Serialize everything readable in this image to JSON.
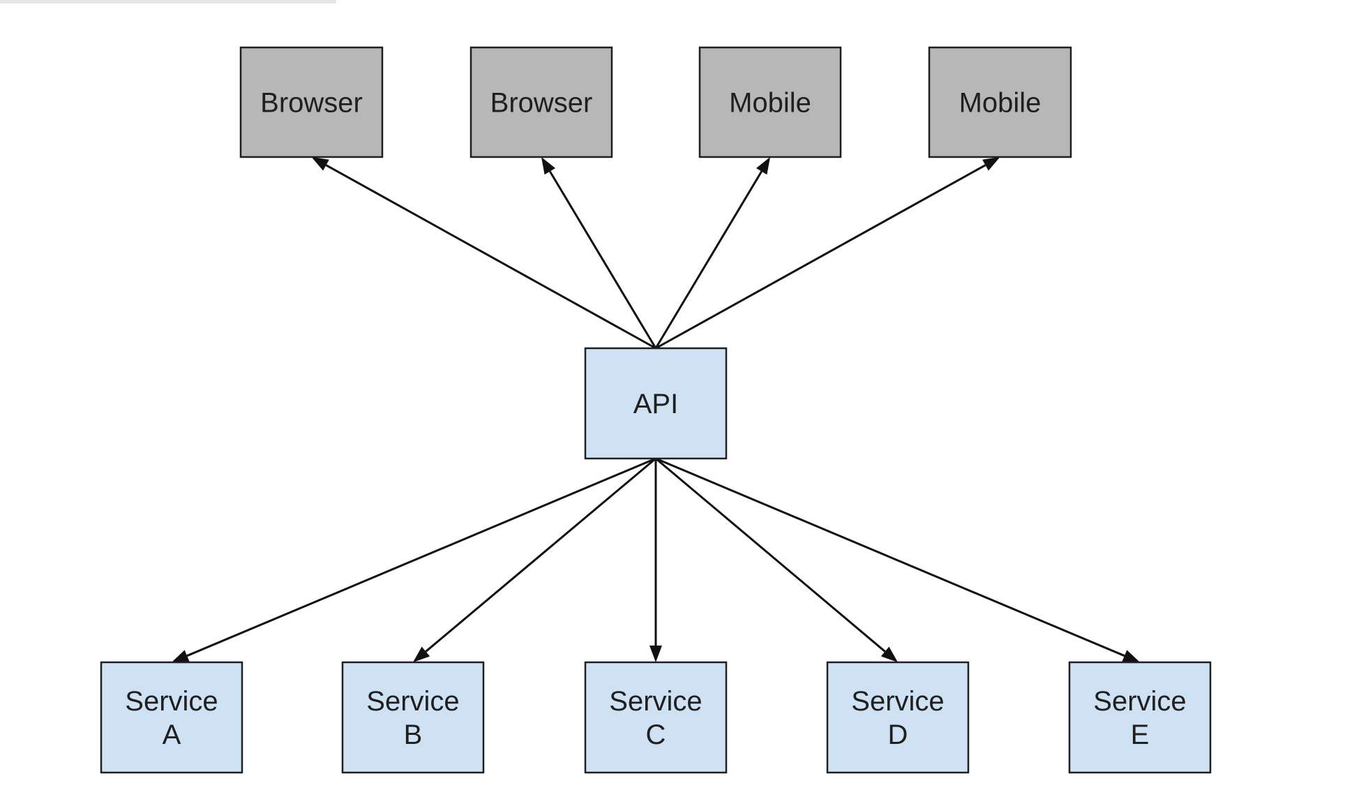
{
  "colors": {
    "client_fill": "#b7b7b7",
    "service_fill": "#cfe2f3",
    "border": "#1f1f1f",
    "arrow": "#111111",
    "background": "#ffffff"
  },
  "diagram": {
    "clients": [
      {
        "id": "browser-1",
        "label": "Browser"
      },
      {
        "id": "browser-2",
        "label": "Browser"
      },
      {
        "id": "mobile-1",
        "label": "Mobile"
      },
      {
        "id": "mobile-2",
        "label": "Mobile"
      }
    ],
    "api": {
      "id": "api",
      "label": "API"
    },
    "services": [
      {
        "id": "service-a",
        "label": [
          "Service",
          "A"
        ]
      },
      {
        "id": "service-b",
        "label": [
          "Service",
          "B"
        ]
      },
      {
        "id": "service-c",
        "label": [
          "Service",
          "C"
        ]
      },
      {
        "id": "service-d",
        "label": [
          "Service",
          "D"
        ]
      },
      {
        "id": "service-e",
        "label": [
          "Service",
          "E"
        ]
      }
    ],
    "edges": [
      {
        "from": "api",
        "to": "browser-1"
      },
      {
        "from": "api",
        "to": "browser-2"
      },
      {
        "from": "api",
        "to": "mobile-1"
      },
      {
        "from": "api",
        "to": "mobile-2"
      },
      {
        "from": "api",
        "to": "service-a"
      },
      {
        "from": "api",
        "to": "service-b"
      },
      {
        "from": "api",
        "to": "service-c"
      },
      {
        "from": "api",
        "to": "service-d"
      },
      {
        "from": "api",
        "to": "service-e"
      }
    ]
  }
}
